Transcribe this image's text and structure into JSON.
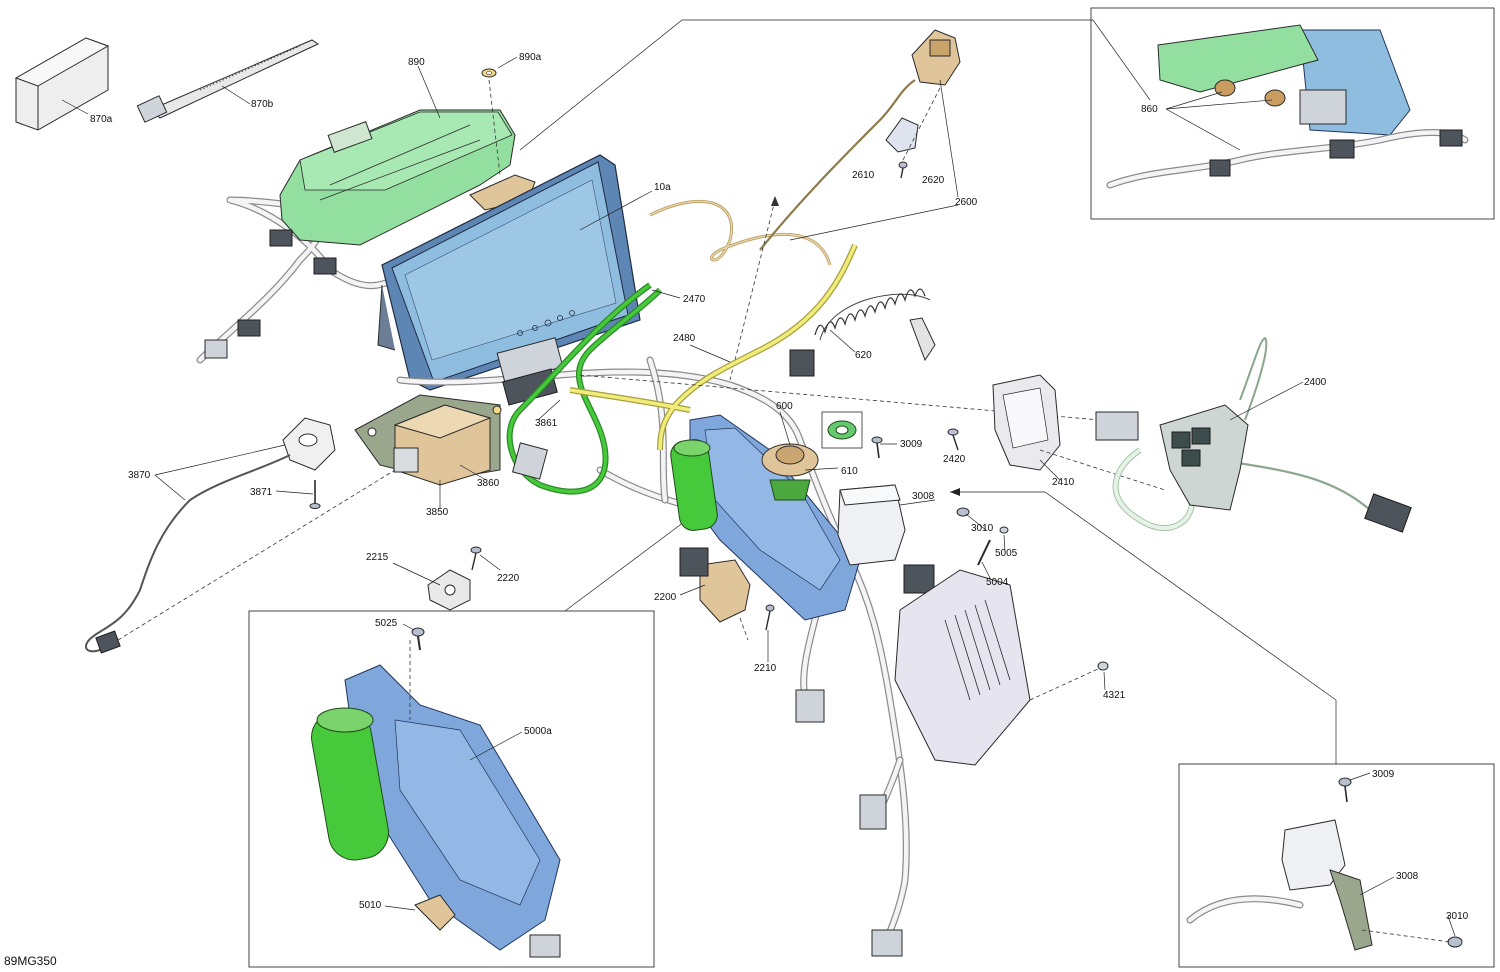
{
  "drawing_code": "89MG350",
  "part_labels": {
    "p870a": "870a",
    "p870b": "870b",
    "p890": "890",
    "p890a": "890a",
    "p10a": "10a",
    "p2600": "2600",
    "p2610": "2610",
    "p2620": "2620",
    "p860": "860",
    "p2470": "2470",
    "p2480": "2480",
    "p620": "620",
    "p600": "600",
    "p610": "610",
    "p3009": "3009",
    "p2420": "2420",
    "p2410": "2410",
    "p2400": "2400",
    "p3861": "3861",
    "p3860": "3860",
    "p3850": "3850",
    "p3870": "3870",
    "p3871": "3871",
    "p3008": "3008",
    "p3010": "3010",
    "p5005": "5005",
    "p5004": "5004",
    "p2215": "2215",
    "p2220": "2220",
    "p2200": "2200",
    "p2210": "2210",
    "p4321": "4321",
    "p5025": "5025",
    "p5000a": "5000a",
    "p5010": "5010",
    "p3009b": "3009",
    "p3008b": "3008",
    "p3010b": "3010"
  },
  "colors": {
    "display": "#8fbde0",
    "display_frame": "#5d86b5",
    "cover_green": "#92dfa0",
    "module_blue": "#7fa7dc",
    "bright_green": "#46c93a",
    "yellow_wire": "#f2ec7c",
    "tan": "#e0c59a",
    "olive": "#9aa78c",
    "gray_box": "#e6e4ee"
  }
}
